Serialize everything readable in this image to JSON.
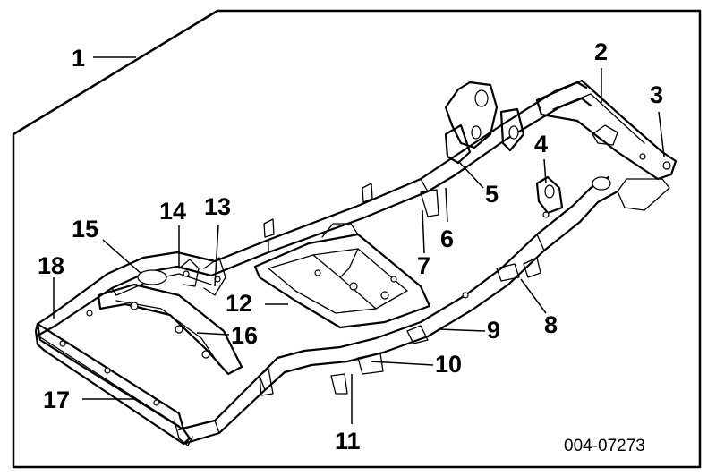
{
  "diagram": {
    "callouts": [
      "1",
      "2",
      "3",
      "4",
      "5",
      "6",
      "7",
      "8",
      "9",
      "10",
      "11",
      "12",
      "13",
      "14",
      "15",
      "16",
      "17",
      "18"
    ],
    "figure_code": "004-07273"
  }
}
